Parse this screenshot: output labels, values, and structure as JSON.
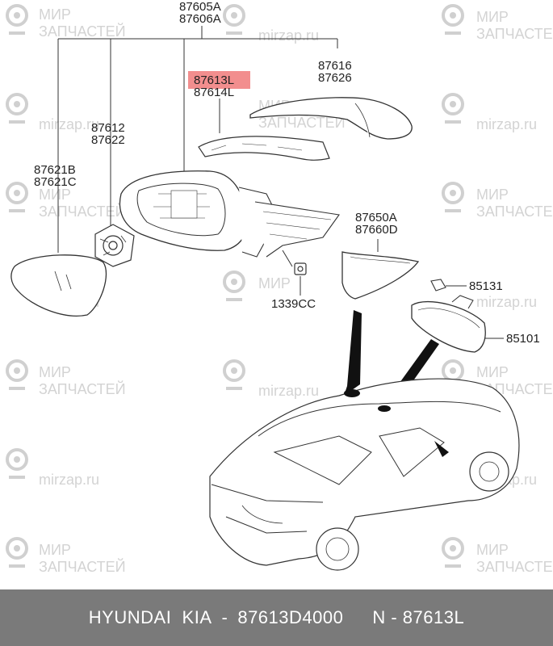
{
  "parts": {
    "p87605A": "87605A",
    "p87606A": "87606A",
    "p87613L": "87613L",
    "p87614L": "87614L",
    "p87616": "87616",
    "p87626": "87626",
    "p87612": "87612",
    "p87622": "87622",
    "p87621B": "87621B",
    "p87621C": "87621C",
    "p87650A": "87650A",
    "p87660D": "87660D",
    "p85131": "85131",
    "p85101": "85101",
    "p1339CC": "1339CC"
  },
  "watermark": {
    "line1": "МИР",
    "line2": "ЗАПЧАСТЕЙ",
    "site": "mirzap.ru"
  },
  "footer": {
    "brand": "HYUNDAI  KIA",
    "sep": "-",
    "part_number": "87613D4000",
    "ref": "N - 87613L"
  },
  "colors": {
    "highlight": "#f07a7a",
    "footer_bg": "#7a7a7a",
    "line": "#333333"
  }
}
